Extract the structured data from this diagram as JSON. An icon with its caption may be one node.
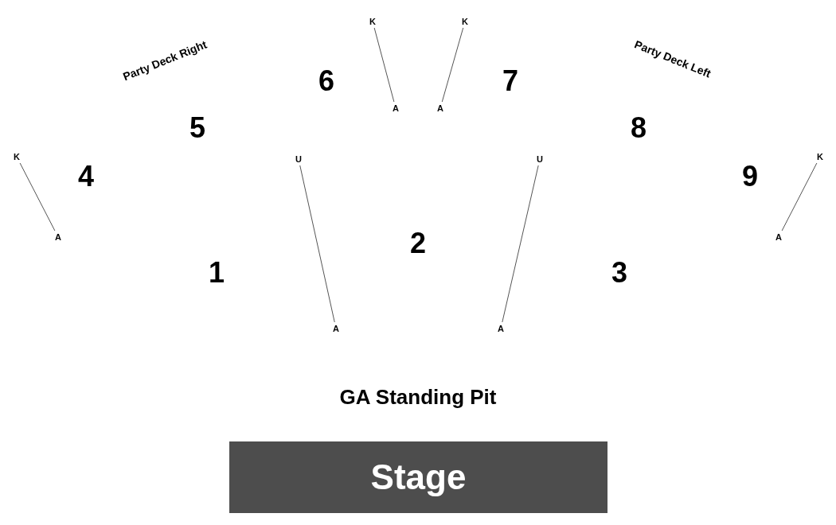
{
  "diagram": {
    "nodes": [
      {
        "text": [
          "K"
        ]
      },
      {
        "text": [
          "K"
        ]
      },
      {
        "text": [
          "A"
        ]
      },
      {
        "text": [
          "A"
        ]
      },
      {
        "text": [
          "K"
        ]
      },
      {
        "text": [
          "U"
        ]
      },
      {
        "text": [
          "U"
        ]
      },
      {
        "text": [
          "K"
        ]
      },
      {
        "text": [
          "A"
        ]
      },
      {
        "text": [
          "A"
        ]
      },
      {
        "text": [
          "A"
        ]
      },
      {
        "text": [
          "A"
        ]
      },
      {
        "text": [
          "Stage"
        ]
      }
    ],
    "edges": [
      {
        "from": 0,
        "to": 2,
        "arrow": "none"
      },
      {
        "from": 1,
        "to": 3,
        "arrow": "none"
      },
      {
        "from": 4,
        "to": 8,
        "arrow": "none"
      },
      {
        "from": 5,
        "to": 10,
        "arrow": "none"
      },
      {
        "from": 6,
        "to": 11,
        "arrow": "none"
      },
      {
        "from": 7,
        "to": 9,
        "arrow": "none"
      }
    ],
    "labels": [
      "Party Deck Right",
      "6",
      "7",
      "Party Deck Left",
      "5",
      "8",
      "4",
      "9",
      "2",
      "1",
      "3",
      "GA Standing Pit"
    ]
  }
}
